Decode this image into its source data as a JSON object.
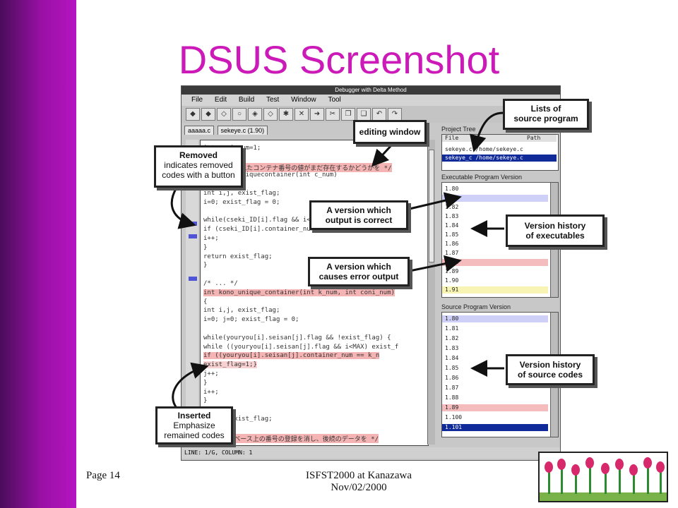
{
  "slide": {
    "title": "DSUS Screenshot",
    "footer_page": "Page 14",
    "footer_event": "ISFST2000 at Kanazawa",
    "footer_date": "Nov/02/2000"
  },
  "app": {
    "window_title": "Debugger with Delta Method",
    "menu": [
      "File",
      "Edit",
      "Build",
      "Test",
      "Window",
      "Tool"
    ],
    "tabs": [
      "aaaaa.c",
      "sekeye.c (1.90)"
    ],
    "status_line": "LINE: 1/G, COLUMN: 1",
    "code_lines": [
      "  int coni_num=1;",
      "",
      "  /* 読み込まれたコンテナ番号の値がまだ存在するかどうかを */",
      "  int kono_uniquecontainer(int c_num)",
      "  {",
      "    int i,j, exist_flag;",
      "    i=0; exist_flag = 0;",
      "",
      "  while(cseki_ID[i].flag && i<MAX && !exist_flag) {",
      "     if (cseki_ID[i].container_num == k_num) exist_f",
      "       i++;",
      "  }",
      "    return exist_flag;",
      "  }",
      "",
      "  /* ... */",
      "  int kono_unique_container(int k_num, int coni_num)",
      "  {",
      "    int i,j, exist_flag;",
      "    i=0; j=0; exist_flag = 0;",
      "",
      "  while(youryou[i].seisan[j].flag && !exist_flag) {",
      "    while ((youryou[i].seisan[j].flag && i<MAX) exist_f",
      "      if ((youryou[i].seisan[j].container_num == k_n",
      "        exist_flag=1;}",
      "      j++;",
      "    }",
      "    i++;",
      "  }",
      "",
      "    return exist_flag;",
      "",
      "  /* データベース上の番号の登録を消し、後続のデータを */"
    ],
    "project_tree": {
      "title": "Project Tree",
      "columns": [
        "File",
        "Path"
      ],
      "rows": [
        "sekeye.c  /home/sekeye.c",
        "sekeye_c  /home/sekeye.c"
      ]
    },
    "exec_versions": {
      "title": "Executable Program Version",
      "items": [
        "1.80",
        "1.81",
        "1.82",
        "1.83",
        "1.84",
        "1.85",
        "1.86",
        "1.87",
        "1.88",
        "1.89",
        "1.90",
        "1.91"
      ]
    },
    "source_versions": {
      "title": "Source Program Version",
      "items": [
        "1.80",
        "1.81",
        "1.82",
        "1.83",
        "1.84",
        "1.85",
        "1.86",
        "1.87",
        "1.88",
        "1.89",
        "1.100",
        "1.101"
      ]
    }
  },
  "callouts": {
    "editing": "editing window",
    "lists_line1": "Lists of",
    "lists_line2": "source program",
    "removed_title": "Removed",
    "removed_line1": "indicates removed",
    "removed_line2": "codes with a button",
    "correct_line1": "A version which",
    "correct_line2": "output is correct",
    "exec_line1": "Version history",
    "exec_line2": "of executables",
    "error_line1": "A version which",
    "error_line2": "causes error output",
    "source_line1": "Version history",
    "source_line2": "of source codes",
    "inserted_title": "Inserted",
    "inserted_line1": "Emphasize",
    "inserted_line2": "remained codes"
  },
  "colors": {
    "title": "#cc1ab8",
    "sidebar": "#9a10a6",
    "highlight_pink": "#f4b4b4",
    "highlight_blue": "#cfd0f8",
    "selected_row": "#102a9a"
  }
}
